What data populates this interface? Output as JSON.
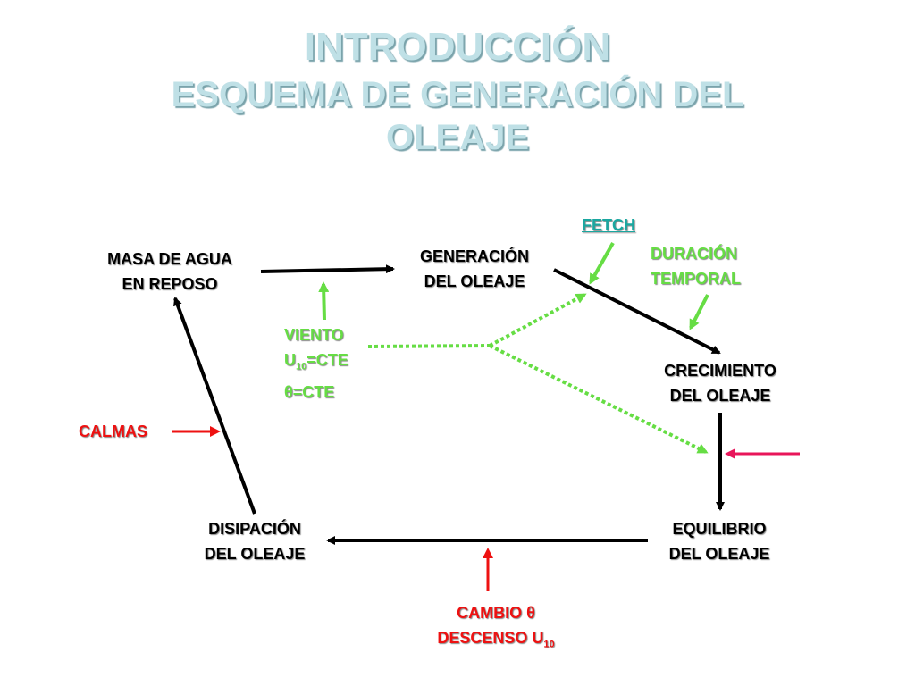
{
  "title": {
    "line1": "INTRODUCCIÓN",
    "line2": "ESQUEMA DE GENERACIÓN DEL",
    "line3": "OLEAJE"
  },
  "nodes": {
    "masa": {
      "l1": "MASA DE AGUA",
      "l2": "EN REPOSO"
    },
    "generacion": {
      "l1": "GENERACIÓN",
      "l2": "DEL OLEAJE"
    },
    "crecimiento": {
      "l1": "CRECIMIENTO",
      "l2": "DEL OLEAJE"
    },
    "equilibrio": {
      "l1": "EQUILIBRIO",
      "l2": "DEL OLEAJE"
    },
    "disipacion": {
      "l1": "DISIPACIÓN",
      "l2": "DEL OLEAJE"
    }
  },
  "factors": {
    "fetch": "FETCH",
    "duracion": {
      "l1": "DURACIÓN",
      "l2": "TEMPORAL"
    },
    "viento": {
      "l1": "VIENTO",
      "u": "U",
      "u_sub": "10",
      "u_tail": "=CTE",
      "theta": "θ=CTE"
    },
    "calmas": "CALMAS",
    "cambio": {
      "l1": "CAMBIO θ",
      "l2": "DESCENSO U",
      "l2_sub": "10"
    }
  },
  "colors": {
    "title": "#bfe0e6",
    "black": "#000000",
    "green": "#66dd44",
    "red": "#ee1111",
    "pink": "#e8155a",
    "teal": "#1aa7a0"
  }
}
